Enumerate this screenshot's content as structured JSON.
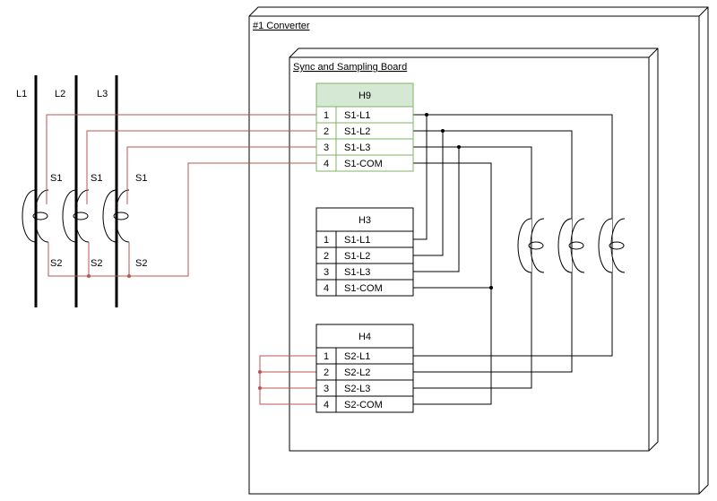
{
  "converter": {
    "title": "#1 Converter"
  },
  "board": {
    "title": "Sync and Sampling Board"
  },
  "lines": [
    "L1",
    "L2",
    "L3"
  ],
  "ct_labels": [
    {
      "s1": "S1",
      "s2": "S2"
    },
    {
      "s1": "S1",
      "s2": "S2"
    },
    {
      "s1": "S1",
      "s2": "S2"
    }
  ],
  "connectors": {
    "h9": {
      "title": "H9",
      "pins": [
        {
          "num": "1",
          "label": "S1-L1"
        },
        {
          "num": "2",
          "label": "S1-L2"
        },
        {
          "num": "3",
          "label": "S1-L3"
        },
        {
          "num": "4",
          "label": "S1-COM"
        }
      ]
    },
    "h3": {
      "title": "H3",
      "pins": [
        {
          "num": "1",
          "label": "S1-L1"
        },
        {
          "num": "2",
          "label": "S1-L2"
        },
        {
          "num": "3",
          "label": "S1-L3"
        },
        {
          "num": "4",
          "label": "S1-COM"
        }
      ]
    },
    "h4": {
      "title": "H4",
      "pins": [
        {
          "num": "1",
          "label": "S2-L1"
        },
        {
          "num": "2",
          "label": "S2-L2"
        },
        {
          "num": "3",
          "label": "S2-L3"
        },
        {
          "num": "4",
          "label": "S2-COM"
        }
      ]
    }
  },
  "colors": {
    "red_wire": "#b85450",
    "black_wire": "#000000",
    "h9_fill": "#d5e8d4",
    "h9_stroke": "#82b366"
  }
}
